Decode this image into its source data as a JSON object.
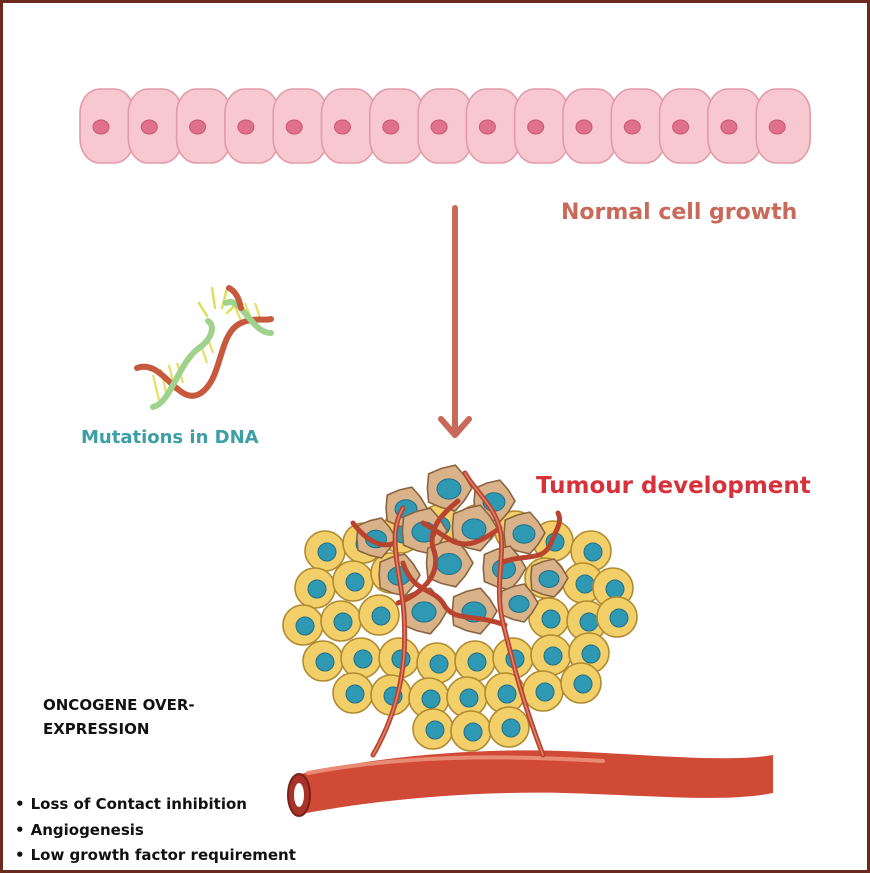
{
  "labels": {
    "normal_growth": "Normal cell growth",
    "tumour": "Tumour development",
    "dna": "Mutations in DNA",
    "oncogene_line1": "ONCOGENE OVER-",
    "oncogene_line2": "EXPRESSION"
  },
  "effects": [
    "Loss of Contact inhibition",
    "Angiogenesis",
    "Low growth factor requirement"
  ],
  "colors": {
    "border": "#6b2a1e",
    "normal_cell": "#f7c8cf",
    "normal_nucleus": "#e0718a",
    "arrow": "#c9695a",
    "normal_label": "#c9695a",
    "tumour_label": "#d7323b",
    "dna_label": "#3c9fa5",
    "tumour_cell": "#f3cf6a",
    "tumour_nucleus": "#2f98b3",
    "cancer_cell": "#d9b28a",
    "vessel": "#c94a36"
  }
}
